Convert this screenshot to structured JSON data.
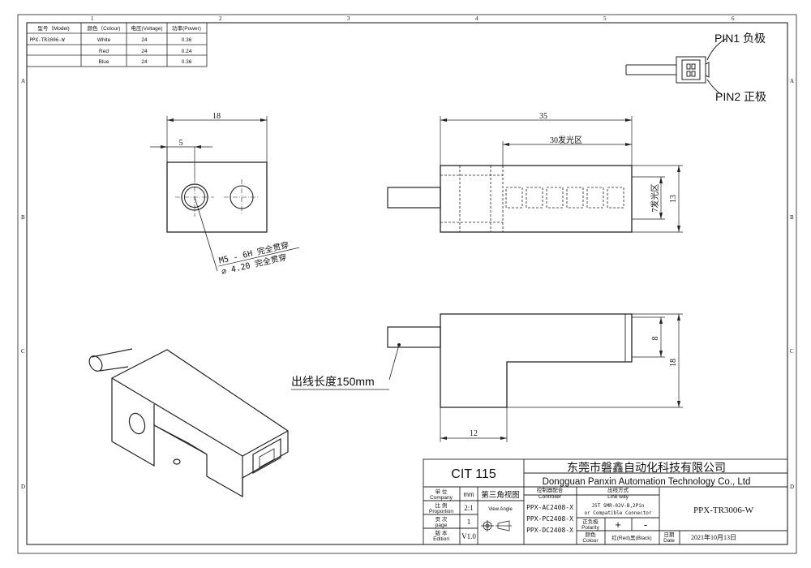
{
  "frame": {
    "top_numbers": [
      "1",
      "2",
      "3",
      "4",
      "5",
      "6"
    ],
    "side_letters": [
      "A",
      "B",
      "C",
      "D"
    ]
  },
  "spec_table": {
    "headers": [
      "型号（Model)",
      "颜色（Colour)",
      "电压(Voltage)",
      "功率(Power)"
    ],
    "rows": [
      [
        "PPX-TR3006-W",
        "White",
        "24",
        "0.36"
      ],
      [
        "",
        "Red",
        "24",
        "0.24"
      ],
      [
        "",
        "Blue",
        "24",
        "0.36"
      ]
    ]
  },
  "connector": {
    "pin1_label": "PIN1 负极",
    "pin2_label": "PIN2 正极"
  },
  "front_view": {
    "dim_width": "18",
    "dim_offset": "5",
    "note_thread": "M5 - 6H 完全贯穿",
    "note_hole": "∅ 4.20 完全贯穿"
  },
  "top_view": {
    "dim_length": "35",
    "dim_light_zone": "30发光区",
    "dim_light_width": "7发光区",
    "dim_height": "13"
  },
  "side_view": {
    "dim_8": "8",
    "dim_18": "18",
    "dim_12": "12",
    "cable_note": "出线长度150mm"
  },
  "title_block": {
    "code": "CIT 115",
    "company_cn": "东莞市磐鑫自动化科技有限公司",
    "company_en": "Dongguan Panxin Automation Technology Co., Ltd",
    "unit_label_cn": "单 位",
    "unit_label_en": "Company",
    "unit_value": "mm",
    "projection": "第三角视图",
    "scale_label_cn": "比 例",
    "scale_label_en": "Proportion",
    "scale_value": "2:1",
    "view_angle": "View Angle",
    "page_label_cn": "页 次",
    "page_label_en": "page",
    "page_value": "1",
    "edition_label_cn": "版 本",
    "edition_label_en": "Edition",
    "edition_value": "V1.0",
    "controller_cn": "控制器配合",
    "controller_en": "Controller",
    "controllers": [
      "PPX-AC2408-X",
      "PPX-PC2408-X",
      "PPX-DC2408-X"
    ],
    "line_way_cn": "出线方式",
    "line_way_en": "Line way",
    "line_way_1": "JST SMR-02V-B,2Pin",
    "line_way_2": "or Compatible Connector",
    "polarity_cn": "正负极",
    "polarity_en": "Polarity",
    "plus": "+",
    "minus": "-",
    "colour_cn": "颜色",
    "colour_en": "Colour",
    "colour_value": "红(Red)黑(Black)",
    "model": "PPX-TR3006-W",
    "date_cn": "日期",
    "date_en": "Date",
    "date_value": "2021年10月13日"
  }
}
